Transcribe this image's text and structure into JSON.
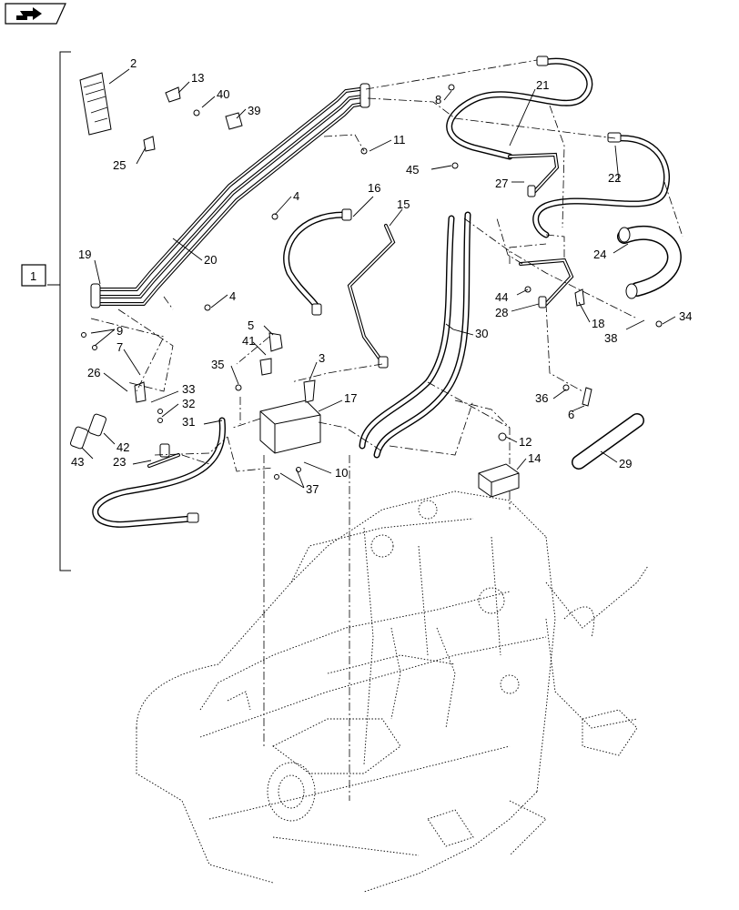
{
  "nav": {
    "icon": "next-page-arrow-icon"
  },
  "group_label": "1",
  "callouts": [
    {
      "id": "c2",
      "label": "2"
    },
    {
      "id": "c13",
      "label": "13"
    },
    {
      "id": "c40",
      "label": "40"
    },
    {
      "id": "c39",
      "label": "39"
    },
    {
      "id": "c25",
      "label": "25"
    },
    {
      "id": "c11",
      "label": "11"
    },
    {
      "id": "c8",
      "label": "8"
    },
    {
      "id": "c21",
      "label": "21"
    },
    {
      "id": "c22",
      "label": "22"
    },
    {
      "id": "c45",
      "label": "45"
    },
    {
      "id": "c27",
      "label": "27"
    },
    {
      "id": "c4a",
      "label": "4"
    },
    {
      "id": "c16",
      "label": "16"
    },
    {
      "id": "c15",
      "label": "15"
    },
    {
      "id": "c24",
      "label": "24"
    },
    {
      "id": "c19",
      "label": "19"
    },
    {
      "id": "c20",
      "label": "20"
    },
    {
      "id": "c4b",
      "label": "4"
    },
    {
      "id": "c44",
      "label": "44"
    },
    {
      "id": "c28",
      "label": "28"
    },
    {
      "id": "c18",
      "label": "18"
    },
    {
      "id": "c34",
      "label": "34"
    },
    {
      "id": "c38",
      "label": "38"
    },
    {
      "id": "c9",
      "label": "9"
    },
    {
      "id": "c5",
      "label": "5"
    },
    {
      "id": "c30",
      "label": "30"
    },
    {
      "id": "c41",
      "label": "41"
    },
    {
      "id": "c7",
      "label": "7"
    },
    {
      "id": "c35",
      "label": "35"
    },
    {
      "id": "c3",
      "label": "3"
    },
    {
      "id": "c26",
      "label": "26"
    },
    {
      "id": "c33",
      "label": "33"
    },
    {
      "id": "c32",
      "label": "32"
    },
    {
      "id": "c36",
      "label": "36"
    },
    {
      "id": "c17",
      "label": "17"
    },
    {
      "id": "c6",
      "label": "6"
    },
    {
      "id": "c31",
      "label": "31"
    },
    {
      "id": "c12",
      "label": "12"
    },
    {
      "id": "c42",
      "label": "42"
    },
    {
      "id": "c14",
      "label": "14"
    },
    {
      "id": "c43",
      "label": "43"
    },
    {
      "id": "c23",
      "label": "23"
    },
    {
      "id": "c29",
      "label": "29"
    },
    {
      "id": "c10",
      "label": "10"
    },
    {
      "id": "c37",
      "label": "37"
    }
  ]
}
